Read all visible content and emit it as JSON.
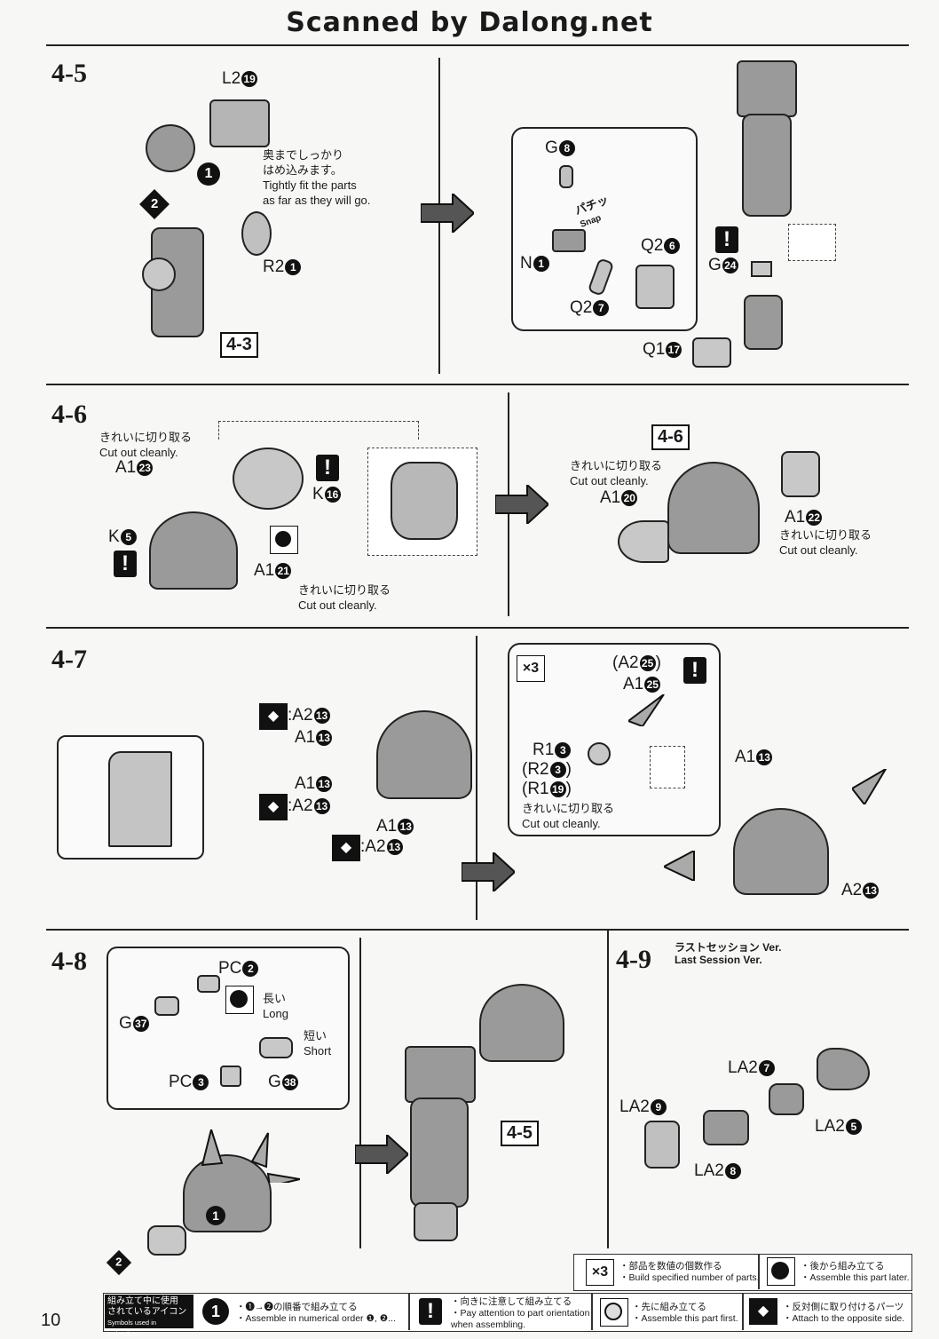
{
  "header": {
    "scan_credit": "Scanned by Dalong.net"
  },
  "page_number": "10",
  "steps": {
    "s45": {
      "id": "4-5",
      "labels": {
        "l2": "L2",
        "l2n": "19",
        "r2": "R2",
        "r2n": "1",
        "ref": "4-3",
        "g": "G",
        "gn": "8",
        "n": "N",
        "nn": "1",
        "q2a": "Q2",
        "q2an": "6",
        "q2b": "Q2",
        "q2bn": "7",
        "g24": "G",
        "g24n": "24",
        "q1": "Q1",
        "q1n": "17"
      },
      "note_jp": "奥までしっかり",
      "note_jp2": "はめ込みます。",
      "note_en": "Tightly fit the parts",
      "note_en2": "as far as they will go.",
      "snap_jp": "パチッ",
      "snap_en": "Snap",
      "order1": "1",
      "order2": "2"
    },
    "s46": {
      "id": "4-6",
      "cut_jp": "きれいに切り取る",
      "cut_en": "Cut out cleanly.",
      "labels": {
        "a1_23": "A1",
        "n23": "23",
        "k5": "K",
        "n5": "5",
        "k16": "K",
        "n16": "16",
        "a1_21": "A1",
        "n21": "21",
        "ref": "4-6",
        "a1_20": "A1",
        "n20": "20",
        "a1_22": "A1",
        "n22": "22"
      }
    },
    "s47": {
      "id": "4-7",
      "labels": {
        "a2": ":A2",
        "a1": "A1",
        "n13": "13",
        "x3": "×3",
        "a2_25": "(A2",
        "n25": "25",
        "a1_25": "A1",
        "r1_3": "R1",
        "n3": "3",
        "r2_3": "(R2",
        "r1_19": "(R1",
        "n19": "19",
        "a1_13b": "A1",
        "a2_13b": "A2"
      },
      "cut_jp": "きれいに切り取る",
      "cut_en": "Cut out cleanly."
    },
    "s48": {
      "id": "4-8",
      "labels": {
        "pc2": "PC",
        "n2": "2",
        "g37": "G",
        "n37": "37",
        "pc3": "PC",
        "n3": "3",
        "g38": "G",
        "n38": "38",
        "long_jp": "長い",
        "long_en": "Long",
        "short_jp": "短い",
        "short_en": "Short",
        "ref": "4-5",
        "o1": "1",
        "o2": "2"
      }
    },
    "s49": {
      "id": "4-9",
      "title_jp": "ラストセッション Ver.",
      "title_en": "Last Session Ver.",
      "labels": {
        "la27": "LA2",
        "n7": "7",
        "la29": "LA2",
        "n9": "9",
        "la25": "LA2",
        "n5": "5",
        "la28": "LA2",
        "n8": "8"
      }
    }
  },
  "legend": {
    "title_jp": "組み立て中に使用",
    "title_jp2": "されているアイコン",
    "title_en": "Symbols used in instructions",
    "items": [
      {
        "icon": "×3",
        "jp": "・部品を数値の個数作る",
        "en": "・Build specified number of parts."
      },
      {
        "icon": "half-circle-later-icon",
        "jp": "・後から組み立てる",
        "en": "・Assemble this part later."
      },
      {
        "icon": "1",
        "jp": "・❶→❷の順番で組み立てる",
        "en": "・Assemble in numerical order ❶, ❷..."
      },
      {
        "icon": "!",
        "jp": "・向きに注意して組み立てる",
        "en": "・Pay attention to part orientation",
        "en2": "when assembling."
      },
      {
        "icon": "circle-first-icon",
        "jp": "・先に組み立てる",
        "en": "・Assemble this part first."
      },
      {
        "icon": "opposite-side-icon",
        "jp": "・反対側に取り付けるパーツ",
        "en": "・Attach to the opposite side."
      }
    ]
  }
}
